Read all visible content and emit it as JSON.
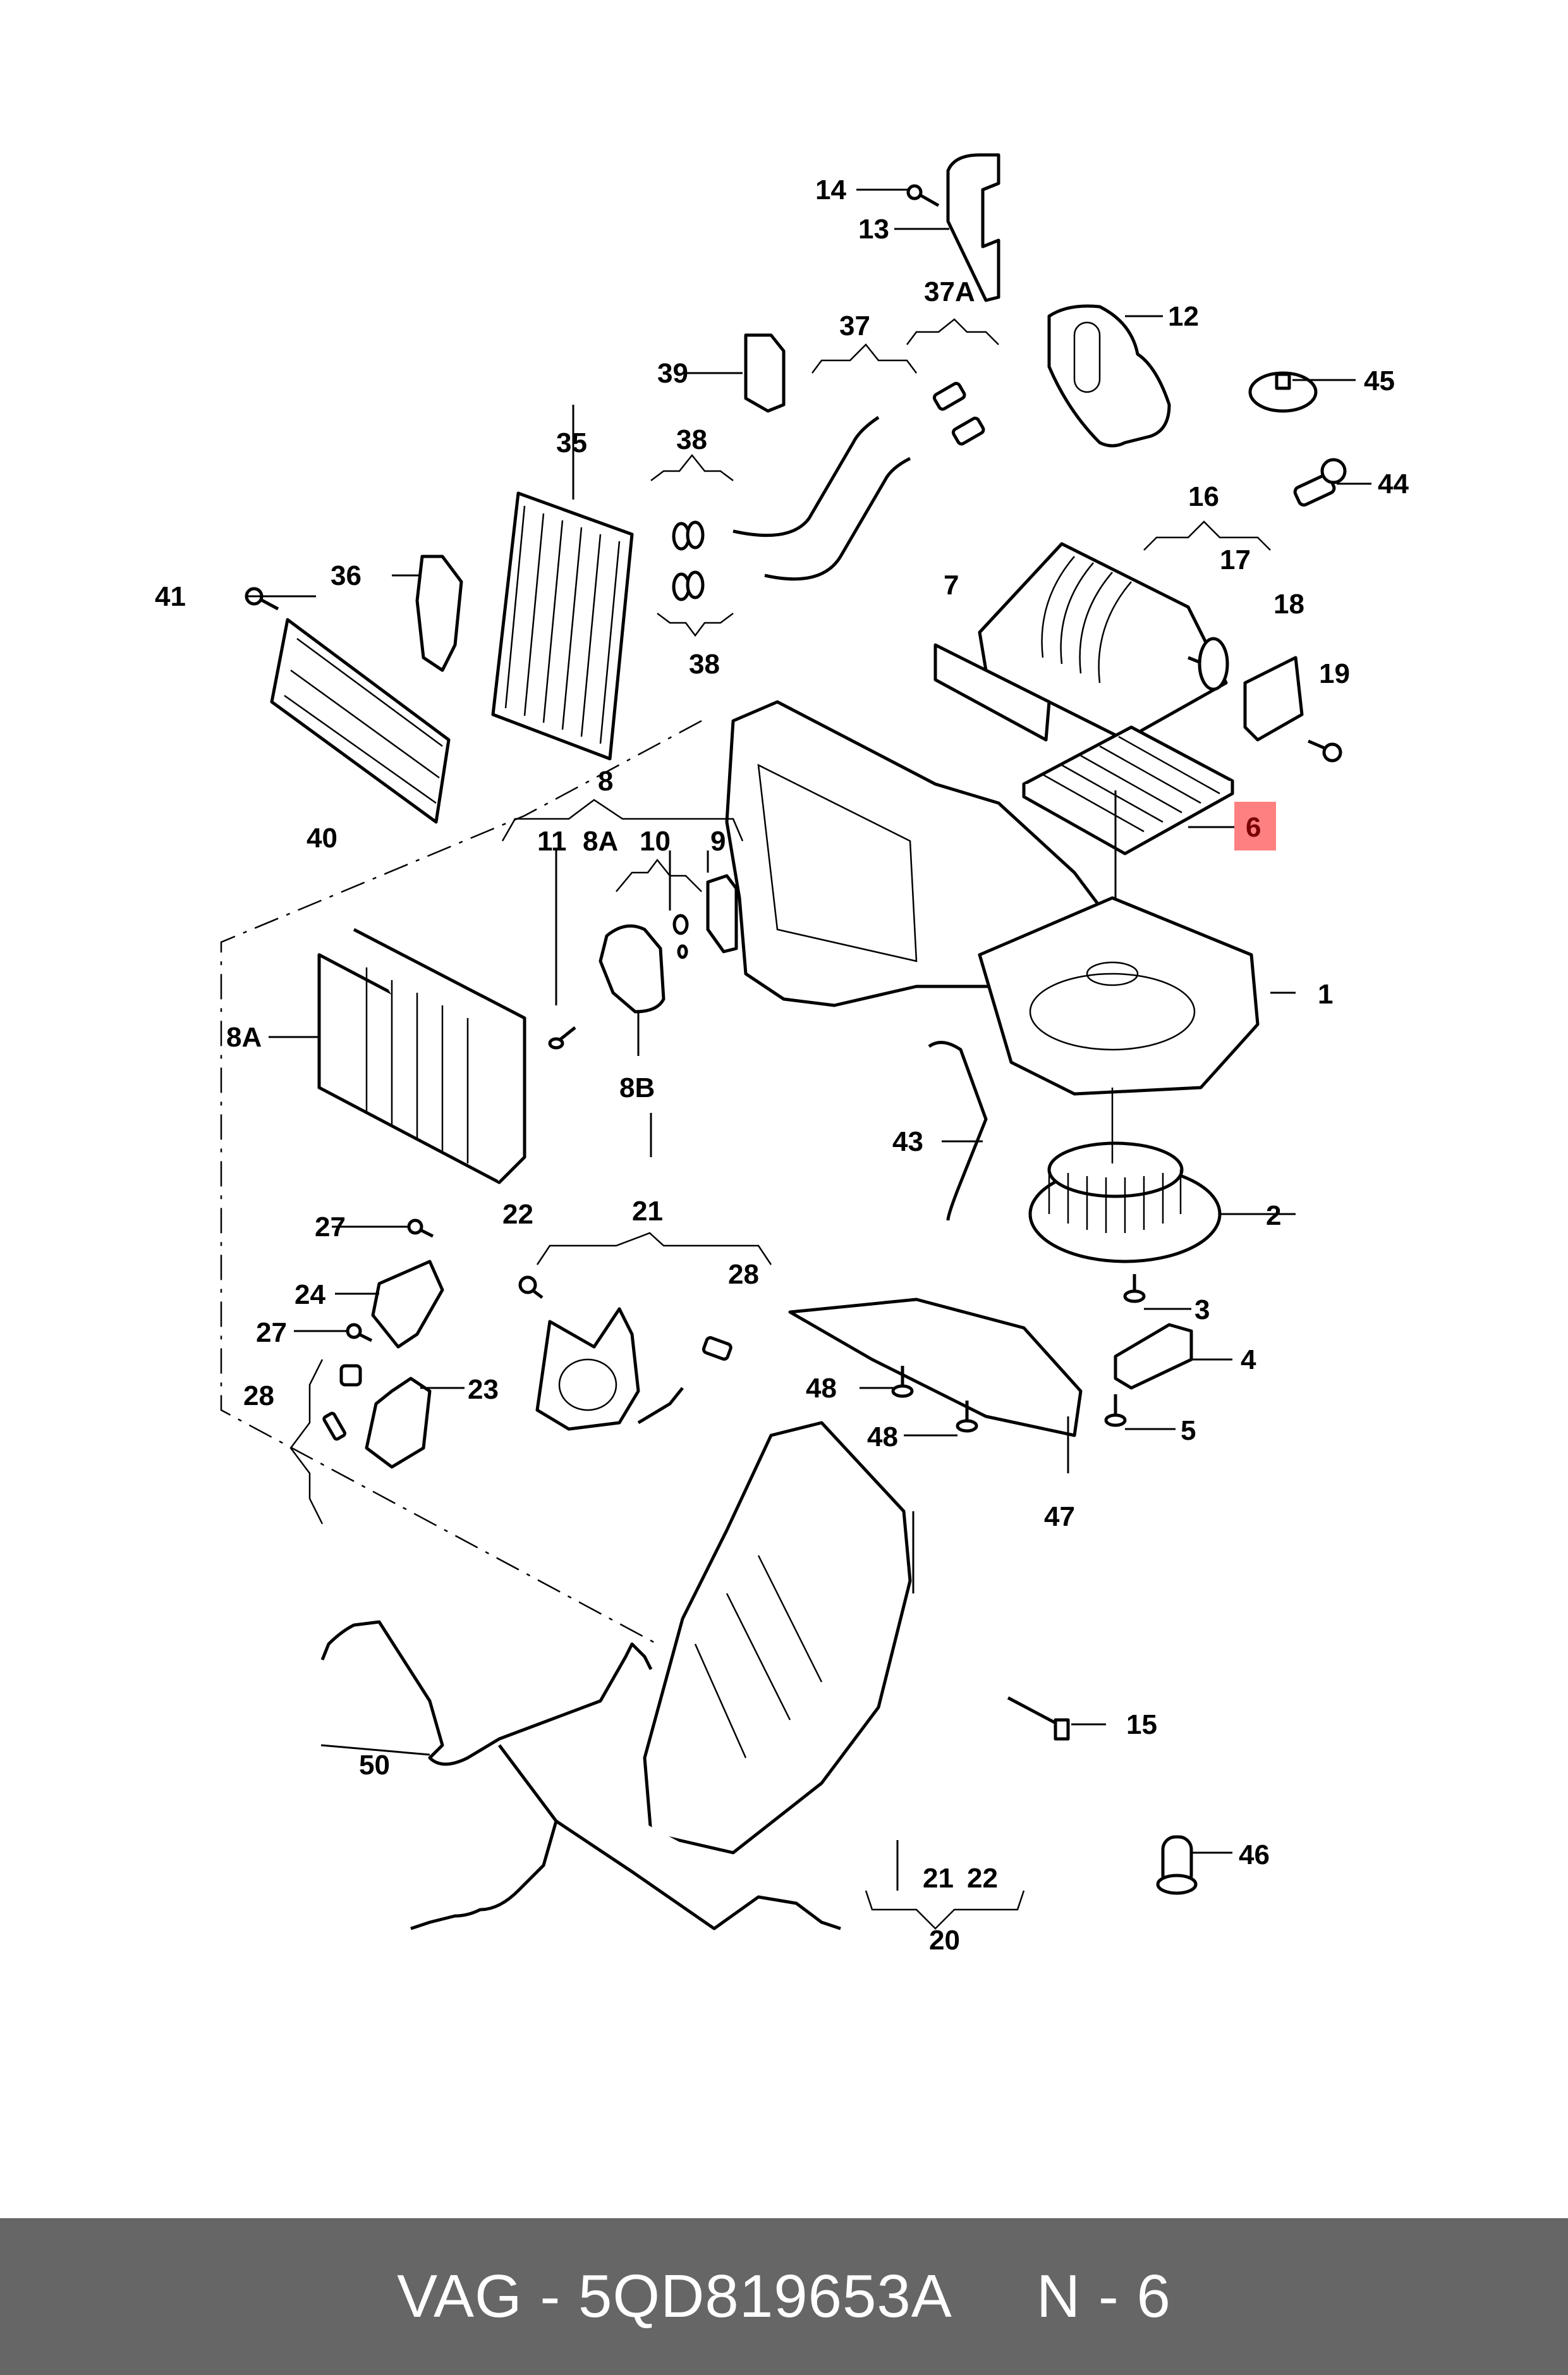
{
  "footer": {
    "brand": "VAG",
    "separator": " - ",
    "part_number": "5QD819653A",
    "position_label": "N - 6",
    "text": "VAG - 5QD819653A     N - 6"
  },
  "highlight": {
    "callout": "6",
    "box_color": "#ff8080",
    "text_color": "#7a0000"
  },
  "diagram": {
    "title": "Heating / air conditioning unit exploded parts diagram",
    "callouts": [
      {
        "id": "1",
        "label": "1"
      },
      {
        "id": "2",
        "label": "2"
      },
      {
        "id": "3",
        "label": "3"
      },
      {
        "id": "4",
        "label": "4"
      },
      {
        "id": "5",
        "label": "5"
      },
      {
        "id": "6",
        "label": "6",
        "highlighted": true
      },
      {
        "id": "7",
        "label": "7"
      },
      {
        "id": "8",
        "label": "8"
      },
      {
        "id": "8A-top",
        "label": "8A"
      },
      {
        "id": "8A-left",
        "label": "8A"
      },
      {
        "id": "8B",
        "label": "8B"
      },
      {
        "id": "9",
        "label": "9"
      },
      {
        "id": "10",
        "label": "10"
      },
      {
        "id": "11",
        "label": "11"
      },
      {
        "id": "12",
        "label": "12"
      },
      {
        "id": "13",
        "label": "13"
      },
      {
        "id": "14",
        "label": "14"
      },
      {
        "id": "15",
        "label": "15"
      },
      {
        "id": "16",
        "label": "16"
      },
      {
        "id": "17",
        "label": "17"
      },
      {
        "id": "18",
        "label": "18"
      },
      {
        "id": "19",
        "label": "19"
      },
      {
        "id": "20",
        "label": "20"
      },
      {
        "id": "21-top",
        "label": "21"
      },
      {
        "id": "21-bottom",
        "label": "21"
      },
      {
        "id": "22-top",
        "label": "22"
      },
      {
        "id": "22-bottom",
        "label": "22"
      },
      {
        "id": "23",
        "label": "23"
      },
      {
        "id": "24",
        "label": "24"
      },
      {
        "id": "27-top",
        "label": "27"
      },
      {
        "id": "27-bottom",
        "label": "27"
      },
      {
        "id": "28-right",
        "label": "28"
      },
      {
        "id": "28-left",
        "label": "28"
      },
      {
        "id": "35",
        "label": "35"
      },
      {
        "id": "36",
        "label": "36"
      },
      {
        "id": "37",
        "label": "37"
      },
      {
        "id": "37A",
        "label": "37A"
      },
      {
        "id": "38-top",
        "label": "38"
      },
      {
        "id": "38-bottom",
        "label": "38"
      },
      {
        "id": "39",
        "label": "39"
      },
      {
        "id": "40",
        "label": "40"
      },
      {
        "id": "41",
        "label": "41"
      },
      {
        "id": "43",
        "label": "43"
      },
      {
        "id": "44",
        "label": "44"
      },
      {
        "id": "45",
        "label": "45"
      },
      {
        "id": "46",
        "label": "46"
      },
      {
        "id": "47",
        "label": "47"
      },
      {
        "id": "48-top",
        "label": "48"
      },
      {
        "id": "48-bottom",
        "label": "48"
      },
      {
        "id": "50",
        "label": "50"
      }
    ]
  }
}
